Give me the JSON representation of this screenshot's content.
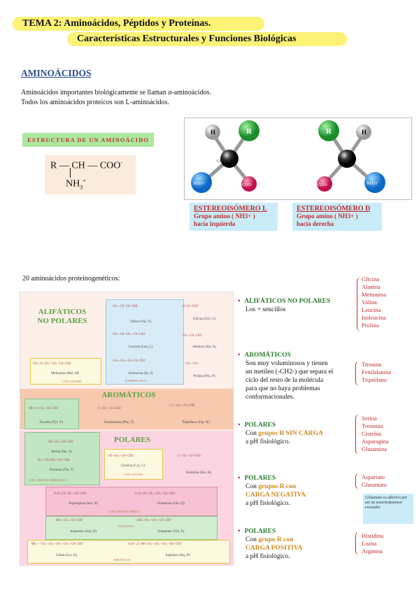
{
  "title": {
    "line1": "TEMA 2:  Aminoácidos, Péptidos y Proteínas.",
    "line2": "Características Estructurales y Funciones Biológicas"
  },
  "section_title": "AMINOÁCIDOS",
  "intro": {
    "line1": "Aminoácidos importantes biológicamente se llaman α-aminoácidos.",
    "line2": "Todos los aminoácidos proteicos son L-aminoácidos."
  },
  "structure": {
    "label": "ESTRUCTURA DE UN AMINOÁCIDO",
    "formula_main": "R — CH — COO",
    "formula_sup": "-",
    "formula_amino": "NH",
    "formula_sub": "3",
    "formula_plus": "+"
  },
  "molecules": {
    "H": "H",
    "R": "R",
    "Ca": "Cα",
    "NH3": "NH3+",
    "COO": "COO-"
  },
  "stereo_L": {
    "title": "ESTEREOISÓMERO L",
    "line1": "Grupo amino ( NH3+ )",
    "line2": "hacia izquierda"
  },
  "stereo_D": {
    "title": "ESTEREOISÓMERO D",
    "line1": "Grupo amino ( NH3+ )",
    "line2": "hacia derecha"
  },
  "aa_count": "20 aminoácidos proteinogenéticos:",
  "table": {
    "aliphatic_title": "ALIFÁTICOS\nNO POLARES",
    "aromatic_title": "AROMÁTICOS",
    "polar_title": "POLARES",
    "tag_azufre": "CON AZUFRE",
    "tag_ramificados": "RAMIFICADOS",
    "tag_hidroxilo": "CON GRUPOS HIDROXILO",
    "tag_azufre2": "CON AZUFRE",
    "tag_amida": "CON GRUPOS AMIDA",
    "tag_diacidos": "DIÁCIDOS",
    "tag_dibasicos": "DIBÁSICOS",
    "names": {
      "valina": "Valina (Val, V)",
      "glicina": "Glicina (Gly, G)",
      "leucina": "Leucina (Leu, L)",
      "alanina": "Alanina (Ala, A)",
      "metionina": "Metionina (Met, M)",
      "isoleucina": "Isoleucina (Ile, I)",
      "prolina": "Prolina (Pro, P)",
      "tirosina": "Tirosina (Tyr, Y)",
      "fenilalanina": "Fenilalanina (Phe, F)",
      "triptofano": "Triptófano (Trp, W)",
      "serina": "Serina (Ser, S)",
      "treonina": "Treonina (Thr, T)",
      "cisteina": "Cisteína (Cys, C)",
      "histidina": "Histidina (His, H)",
      "asparagina": "Asparagina (Asn, N)",
      "glutamina": "Glutamina (Gln, Q)",
      "aspartato": "Aspartato (Asp, D)",
      "glutamato": "Glutamato (Glu, E)",
      "lisina": "Lisina (Lys, K)",
      "arginina": "Arginina (Arg, R)"
    }
  },
  "categories": {
    "aliphatic": {
      "name": "ALIFÁTICOS NO POLARES",
      "desc": "Los + sencillos"
    },
    "aromatic": {
      "name": "AROMÁTICOS",
      "desc1": "Son muy voluminosos y tienen",
      "desc2": "un metilen (-CH2-) que separa el",
      "desc3": "ciclo del resto de la molécula",
      "desc4": "para que no haya problemas",
      "desc5": "conformacionales."
    },
    "polar_uncharged": {
      "name": "POLARES",
      "pre": "Con ",
      "hl": "grupos R SIN CARGA",
      "post": "a pH fisiológico."
    },
    "polar_negative": {
      "name": "POLARES",
      "pre": "Con ",
      "hl1": "grupos R con",
      "hl2": "CARGA NEGATIVA",
      "post": "a pH fisiológico."
    },
    "polar_positive": {
      "name": "POLARES",
      "pre": "Con ",
      "hl1": "grupo R con",
      "hl2": "CARGA POSITIVA",
      "post": "a pH fisiológico."
    }
  },
  "lists": {
    "aliphatic": [
      "Glicina",
      "Alanina",
      "Metionina",
      "Valina",
      "Leucina",
      "Isoleucina",
      "Prolina"
    ],
    "aromatic": [
      "Tirosina",
      "Fenilalanina",
      "Triptófano"
    ],
    "polar_uncharged": [
      "Serina",
      "Treonina",
      "Cisteína",
      "Asparagina",
      "Glutamina"
    ],
    "polar_negative": [
      "Aspartato",
      "Glutamato"
    ],
    "polar_positive": [
      "Histidina",
      "Lisina",
      "Arginina"
    ]
  },
  "note": "Glutamato es adictivo por ser un neurotransmisor excitador",
  "colors": {
    "highlight": "#fbf276",
    "section_blue": "#2c4f8c",
    "red": "#c12b2b",
    "green": "#2f7d2f",
    "orange": "#d08a20"
  }
}
